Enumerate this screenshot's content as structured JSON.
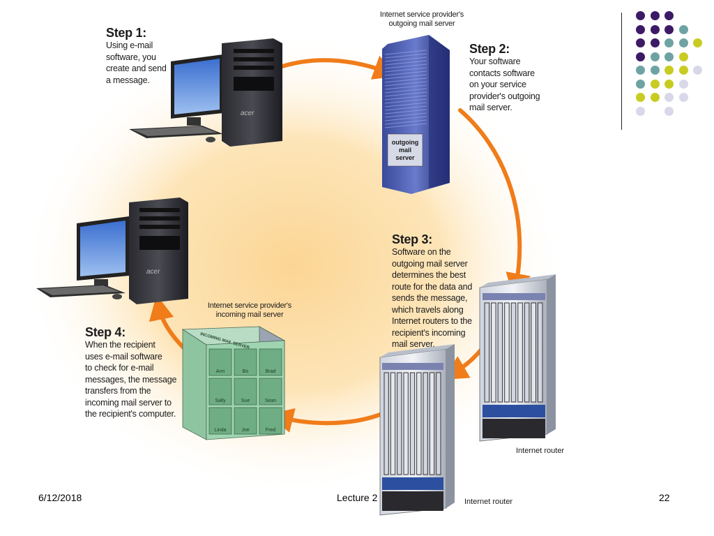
{
  "diagram": {
    "step1": {
      "title": "Step 1:",
      "body": "Using e-mail\nsoftware, you\ncreate and send\na message."
    },
    "step2": {
      "title": "Step 2:",
      "body": "Your software\ncontacts software\non your service\nprovider's outgoing\nmail server."
    },
    "step3": {
      "title": "Step 3:",
      "body": "Software on the\noutgoing mail server\ndetermines the best\nroute for the data and\nsends the message,\nwhich travels along\nInternet routers to the\nrecipient's incoming\nmail server."
    },
    "step4": {
      "title": "Step 4:",
      "body": "When the recipient\nuses e-mail software\nto check for e-mail\nmessages, the message\ntransfers from the\nincoming mail server to\nthe recipient's computer."
    },
    "outgoing_caption": "Internet service provider's\noutgoing mail server",
    "outgoing_label": "outgoing\nmail\nserver",
    "incoming_caption": "Internet service provider's\nincoming mail server",
    "incoming_label": "INCOMING MAIL SERVER",
    "mailbox_names": [
      "Ann",
      "Bo",
      "Brad",
      "Sally",
      "Sue",
      "Sean",
      "Linda",
      "Joe",
      "Fred"
    ],
    "router_label_1": "Internet router",
    "router_label_2": "Internet router",
    "computer_brand": "acer"
  },
  "footer": {
    "date": "6/12/2018",
    "center": "Lecture 2",
    "page": "22"
  },
  "colors": {
    "arrow": "#f07c1a",
    "purple": "#3d1a66",
    "teal": "#6fa3a3",
    "olive": "#c8cc22",
    "lavender": "#d8d8ea",
    "glow": "#fbd594"
  }
}
